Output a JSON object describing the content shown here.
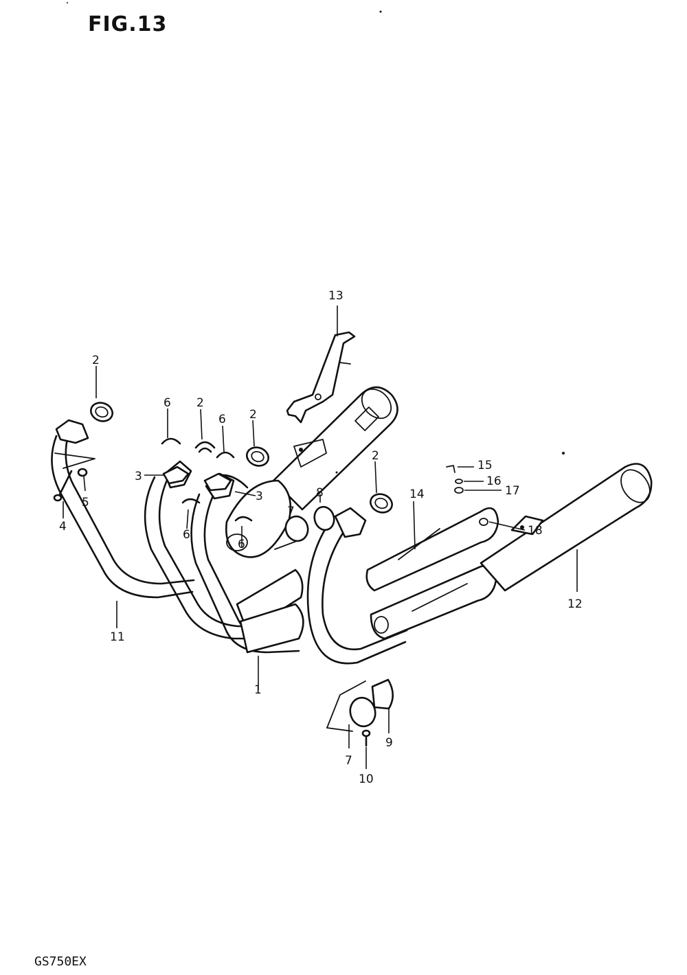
{
  "figure": {
    "title": "FIG.13",
    "model_code": "GS750EX"
  },
  "callouts": {
    "c1": "1",
    "c2a": "2",
    "c2b": "2",
    "c2c": "2",
    "c2d": "2",
    "c3a": "3",
    "c3b": "3",
    "c4": "4",
    "c5": "5",
    "c6a": "6",
    "c6b": "6",
    "c6c": "6",
    "c6d": "6",
    "c7a": "7",
    "c7b": "7",
    "c8": "8",
    "c9": "9",
    "c10": "10",
    "c11": "11",
    "c12": "12",
    "c13": "13",
    "c14": "14",
    "c15": "15",
    "c16": "16",
    "c17": "17",
    "c18": "18"
  }
}
